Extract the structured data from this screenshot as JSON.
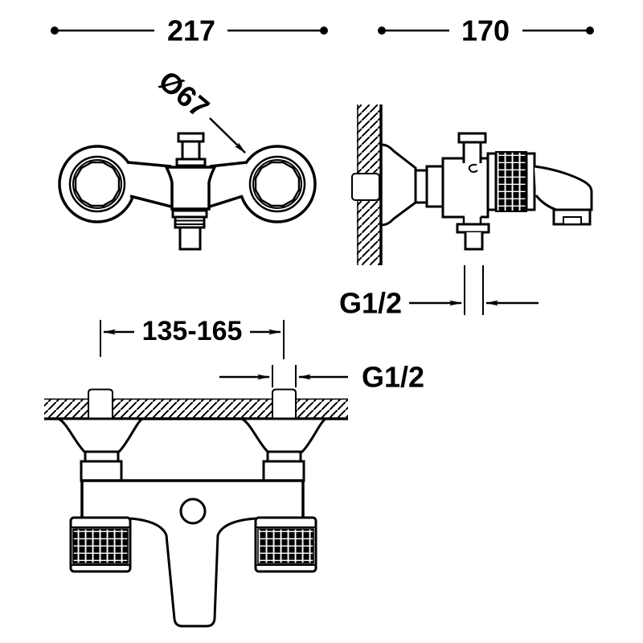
{
  "drawing": {
    "background": "#ffffff",
    "ink": "#000000",
    "labels": {
      "front_overall_width": "217",
      "side_overall_depth": "170",
      "escutcheon_diameter": "Ø67",
      "side_outlet_thread": "G1/2",
      "inlet_spacing_range": "135-165",
      "inlet_thread": "G1/2"
    }
  }
}
